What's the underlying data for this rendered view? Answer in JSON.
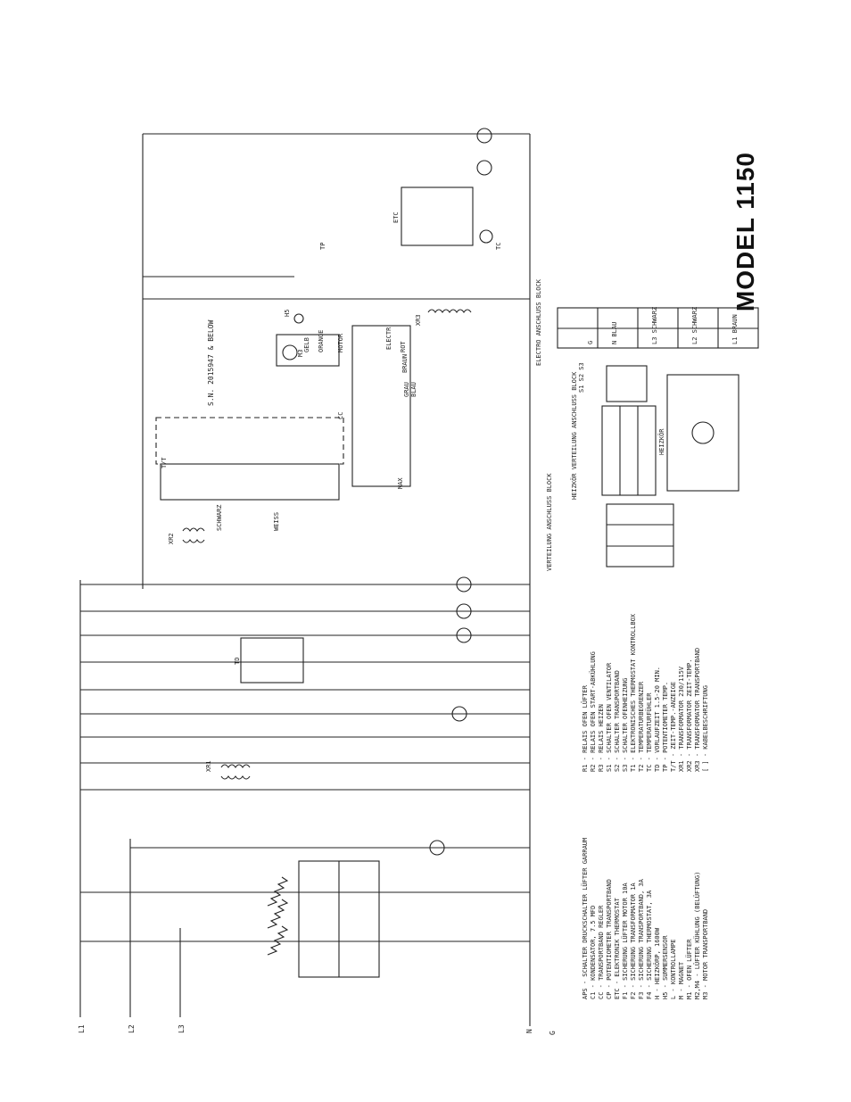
{
  "title": "MODEL 1150",
  "lines": [
    "L1",
    "L2",
    "L3",
    "N",
    "G"
  ],
  "legend_left": [
    "APS - SCHALTER DRUCKSCHALTER LÜFTER GARRAUM",
    "C1  - KONDENSATOR, 7.5 MFD",
    "CC  - TRANSPORTBAND REGLER",
    "CP  - POTENTIOMETER TRANSPORTBAND",
    "ETC - ELEKTRONIK THERMOSTAT",
    "F1  - SICHERUNG LÜFTER MOTOR 10A",
    "F2  - SICHERUNG TRANSFORMATOR 1A",
    "F3  - SICHERUNG TRANSPORTBAND, 3A",
    "F4  - SICHERUNG THERMOSTAT, 3A",
    "H   - HEIZKÖRP, 1600W",
    "H5  - SUMMERSENSOR",
    "L   - KONTROLLAMPE",
    "M   - MAGNET",
    "M1  - OFEN LÜFTER",
    "M2,M4 - LÜFTER KÜHLUNG (BELÜFTUNG)",
    "M3  - MOTOR TRANSPORTBAND"
  ],
  "legend_right": [
    "R1  - RELAIS OFEN LÜFTER",
    "R2  - RELAIS OFEN START-ABKÜHLUNG",
    "R3  - RELAIS HEIZEN",
    "S1  - SCHALTER OFEN VENTILATOR",
    "S2  - SCHALTER TRANSPORTBAND",
    "S3  - SCHALTER OFENHEIZUNG",
    "T1  - ELEKTRONISCHES THERMOSTAT KONTROLLBOX",
    "T2  - TEMPERATURBEGRENZER",
    "TC  - TEMPERATURFÜHLER",
    "TD  - VORLAUFZEIT 1.5-20 MIN.",
    "TP  - POTENTIOMETER TEMP.",
    "T/T - ZEIT-TEMP.-ANZEIGE",
    "XR1 - TRANSFORMATOR 230/115V",
    "XR2 - TRANSFORMATOR ZEIT-TEMP.",
    "XR3 - TRANSFORMATOR TRANSPORTBAND",
    "[ ] - KABELBESCHRIFTUNG"
  ],
  "blocks": {
    "verteilung": "VERTEILUNG ANSCHLUSS BLOCK",
    "heizkoer": "HEIZKÖR VERTEILUNG ANSCHLUSS BLOCK",
    "electro": "ELECTRO ANSCHLUSS BLOCK",
    "switches": "S1 S2 S3",
    "heizkoer_bottom": "HEIZKÖR"
  },
  "electro_rows": [
    {
      "terminal": "G",
      "color": ""
    },
    {
      "terminal": "N",
      "color": "BLAU"
    },
    {
      "terminal": "L3",
      "color": "SCHWARZ"
    },
    {
      "terminal": "L2",
      "color": "SCHWARZ"
    },
    {
      "terminal": "L1",
      "color": "BRAUN"
    }
  ],
  "labels": {
    "sn": "S.N. 2015947 & BELOW",
    "cc": "CC",
    "tt": "T/T",
    "etc": "ETC",
    "tp": "TP",
    "tc": "TC",
    "xr2": "XR2",
    "xr3": "XR3",
    "xr1": "XR1",
    "m3": "M3",
    "h5": "H5",
    "td": "TD",
    "motor": "MOTOR",
    "electr": "ELECTR",
    "max": "MAX",
    "schwarz": "SCHWARZ",
    "weiss": "WEISS",
    "gelb": "GELB",
    "orange": "ORANGE",
    "rot": "ROT",
    "braun": "BRAUN",
    "blau": "BLAU",
    "grau": "GRAU"
  }
}
